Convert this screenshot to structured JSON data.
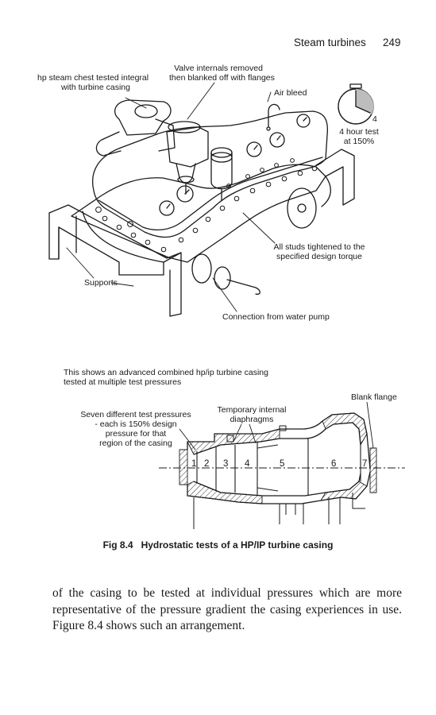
{
  "header": {
    "title": "Steam turbines",
    "page_number": "249"
  },
  "figure_top": {
    "labels": {
      "hp_chest": [
        "hp steam chest tested integral",
        "with turbine casing"
      ],
      "valve": [
        "Valve internals removed",
        "then blanked off with flanges"
      ],
      "air_bleed": "Air bleed",
      "test": [
        "4 hour test",
        "at 150%"
      ],
      "studs": [
        "All studs tightened to the",
        "specified design torque"
      ],
      "supports": "Supports",
      "connection": "Connection from water pump",
      "clock_number": "4"
    }
  },
  "figure_bottom": {
    "intro": [
      "This shows an advanced combined hp/ip turbine casing",
      "tested at multiple test pressures"
    ],
    "labels": {
      "blank_flange": "Blank flange",
      "temp": [
        "Temporary internal",
        "diaphragms"
      ],
      "seven": [
        "Seven different test pressures",
        "- each is 150% design",
        "pressure for that",
        "region of the casing"
      ]
    },
    "zones": [
      "1",
      "2",
      "3",
      "4",
      "5",
      "6",
      "7"
    ]
  },
  "caption": {
    "number": "Fig 8.4",
    "text": "Hydrostatic tests of a HP/IP turbine casing"
  },
  "body_text": "of the casing to be tested at individual pressures which are more representative of the pressure gradient the casing experiences in use. Figure 8.4 shows such an arrangement."
}
